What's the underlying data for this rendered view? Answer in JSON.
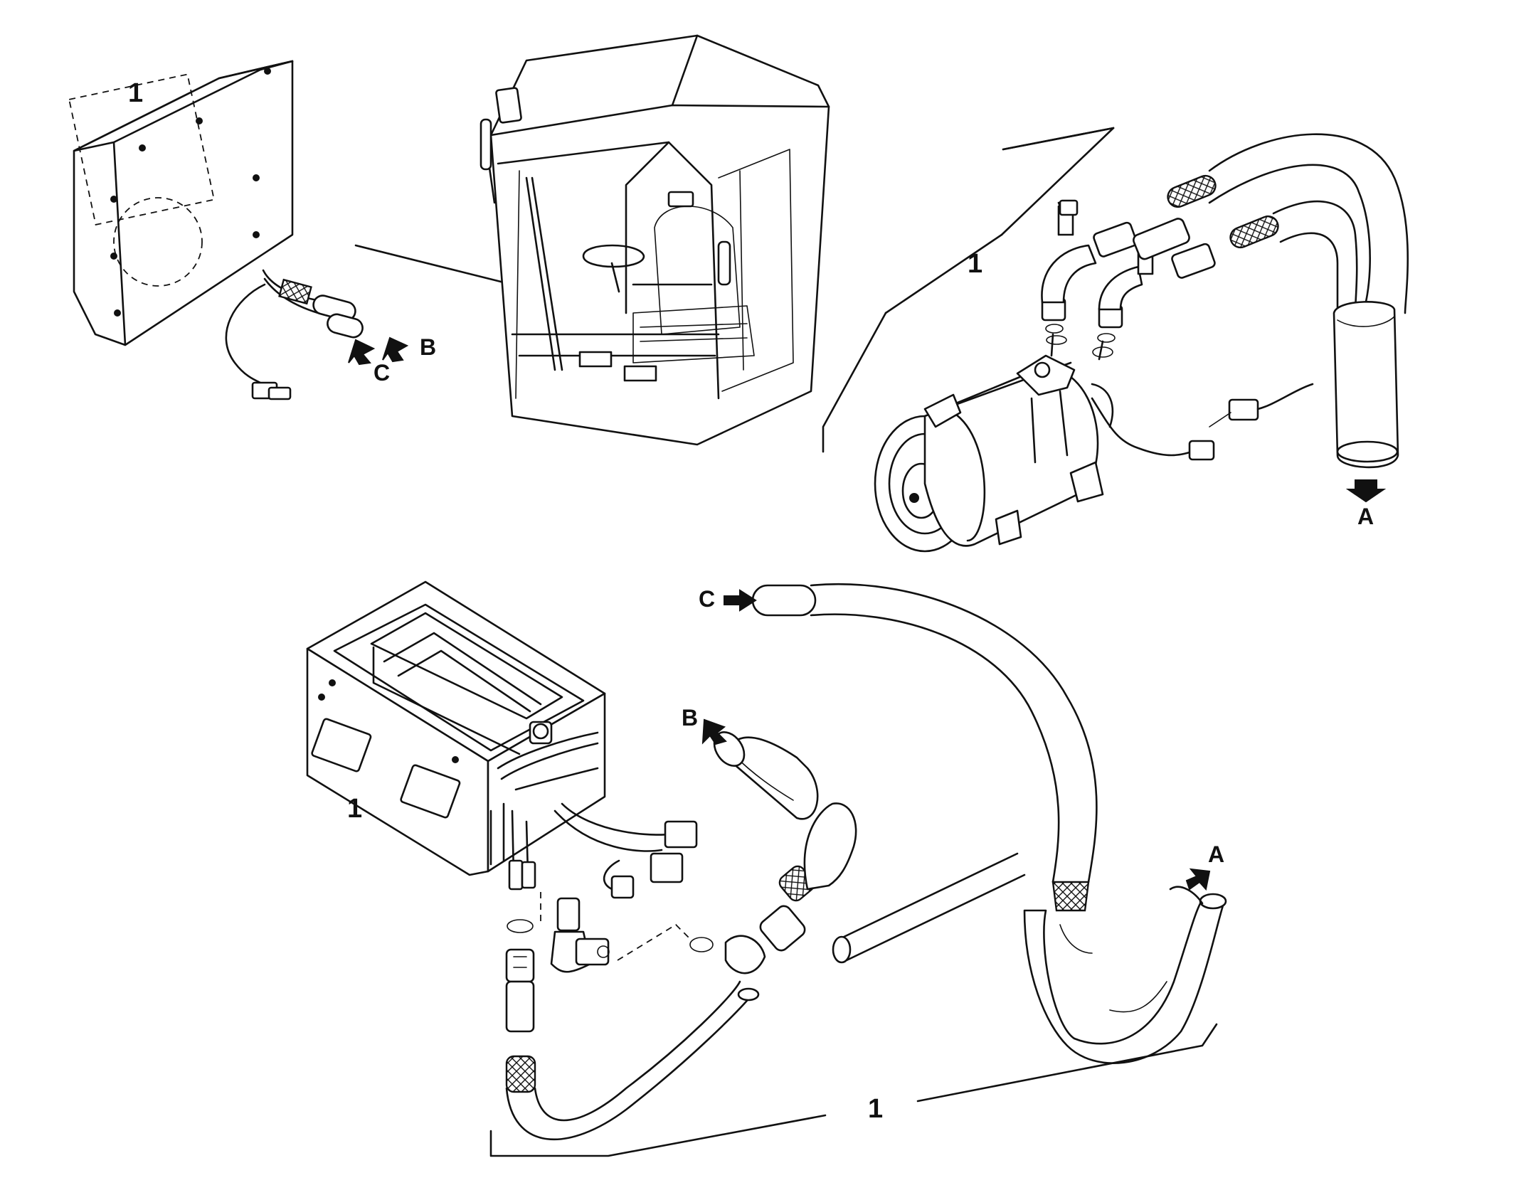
{
  "labels": {
    "part_1_heater": "1",
    "part_1_compressor": "1",
    "part_1_evaporator": "1",
    "part_1_hoses": "1",
    "conn_b_top": "B",
    "conn_c_top": "C",
    "conn_a_right": "A",
    "conn_c_mid": "C",
    "conn_b_mid": "B",
    "conn_a_low": "A"
  },
  "colors": {
    "ink": "#111111",
    "paper": "#ffffff"
  }
}
